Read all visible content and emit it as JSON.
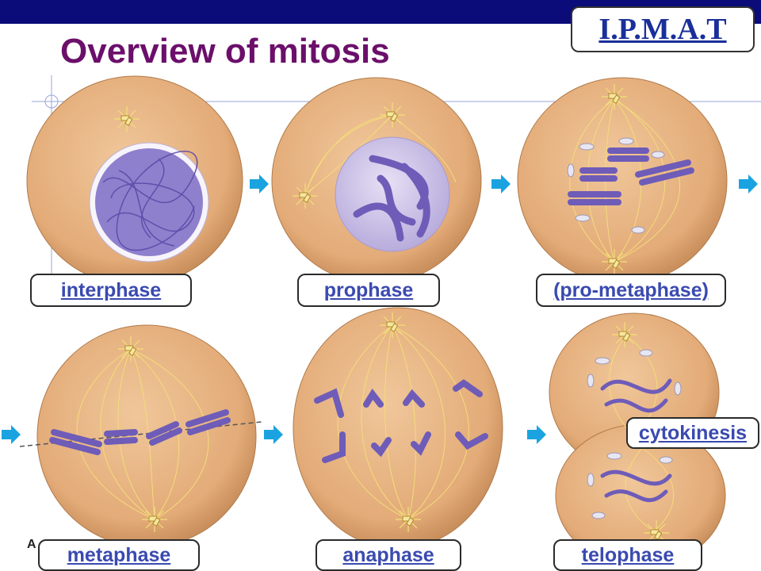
{
  "title": "Overview of mitosis",
  "badge": "I.P.M.A.T",
  "labels": {
    "interphase": "interphase",
    "prophase": "prophase",
    "prometaphase": "(pro-metaphase)",
    "metaphase": "metaphase",
    "anaphase": "anaphase",
    "telophase": "telophase",
    "cytokinesis": "cytokinesis"
  },
  "footer_fragment": "A",
  "colors": {
    "title": "#6b0f6b",
    "label_text": "#3a4ab0",
    "top_bar": "#0b0b7a",
    "cell_fill": "#e8b98a",
    "chromosome": "#6e5cb8",
    "arrow": "#1aa3e0"
  }
}
